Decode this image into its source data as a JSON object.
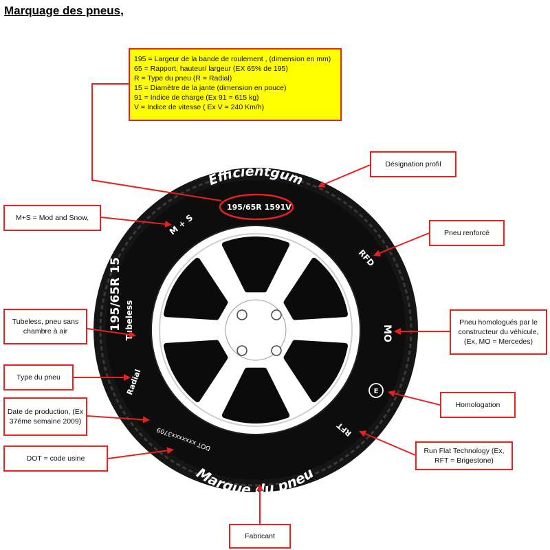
{
  "title": "Marquage des pneus,",
  "info_lines": [
    "195 = Largeur de la bande de roulement , (dimension en mm)",
    "65 = Rapport, hauteur/ largeur (EX 65% de 195)",
    "R = Type du pneu (R = Radial)",
    "15 = Diamètre  de la jante (dimension  en pouce)",
    "91 = Indice de charge (Ex 91 = 615 kg)",
    "V = Indice de vitesse ( Ex V = 240 Km/h)"
  ],
  "labels": {
    "designation": "Désignation profil",
    "ms": "M+S = Mod and Snow,",
    "renforce": "Pneu renforcé",
    "tubeless": "Tubeless, pneu sans chambre à air",
    "homologue": "Pneu homologués par le constructeur du véhicule, (Ex, MO = Mercedes)",
    "type": "Type du pneu",
    "date": "Date de production, (Ex 37éme semaine 2009)",
    "homologation": "Homologation",
    "dot": "DOT = code usine",
    "rft": "Run Flat Technology (Ex, RFT = Brigestone)",
    "fabricant": "Fabricant"
  },
  "tyre": {
    "profile": "Efficientgum",
    "size": "195/65R 15",
    "load_speed": "91V",
    "ms": "M + S",
    "rfd": "RFD",
    "mo": "MO",
    "e_mark": "E",
    "rft": "RFT",
    "brand": "Marque du pneu",
    "dot": "DOT xxxxxxx3709",
    "radial": "Radial",
    "tubeless": "Tubeless",
    "size_side": "195/65R 15"
  },
  "colors": {
    "accent": "#e8201e",
    "highlight": "#ffff00",
    "tyre": "#111111"
  }
}
